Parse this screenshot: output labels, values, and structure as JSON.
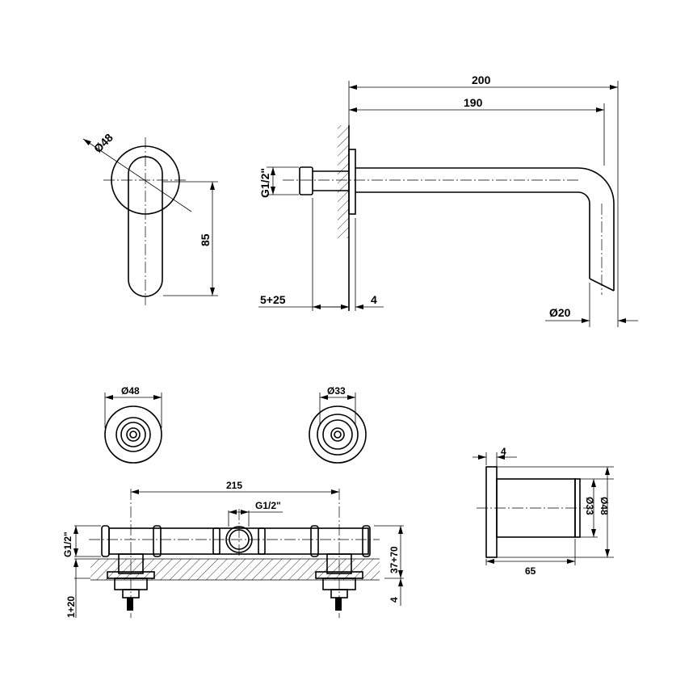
{
  "title": "Wall-mounted basin mixer technical drawing",
  "handle_view": {
    "diameter": "Ø48",
    "height": "85"
  },
  "spout_view": {
    "length_total": "200",
    "length_spout": "190",
    "thread": "G1/2\"",
    "wall_range": "5+25",
    "flange": "4",
    "outlet_diameter": "Ø20"
  },
  "rosette_left": {
    "diameter": "Ø48"
  },
  "rosette_right": {
    "diameter": "Ø33"
  },
  "manifold": {
    "spacing": "215",
    "inlet_thread": "G1/2\"",
    "side_thread": "G1/2\"",
    "depth_range": "37+70",
    "lower_range": "1+20",
    "plate": "4"
  },
  "side_view": {
    "plate": "4",
    "depth": "65",
    "inner_diameter": "Ø33",
    "outer_diameter": "Ø48"
  }
}
